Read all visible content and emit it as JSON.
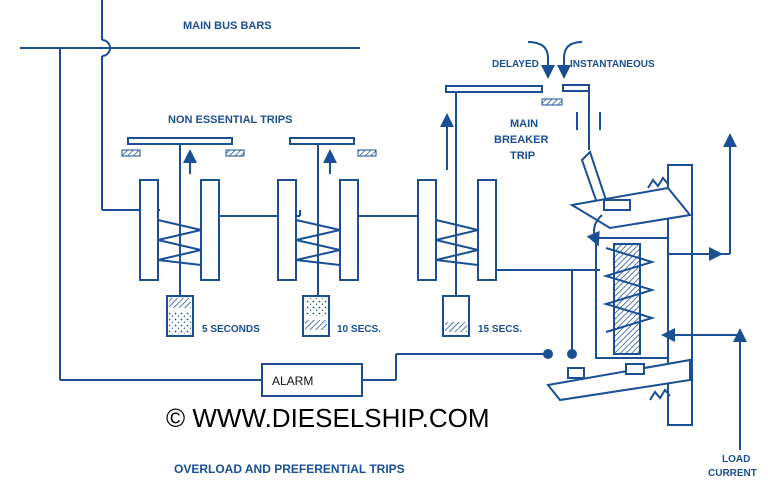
{
  "colors": {
    "line": "#1a4f93",
    "label": "#1a4f93",
    "hatch": "#1a4f93",
    "background": "#ffffff",
    "watermark": "#000000"
  },
  "diagram": {
    "bus_label": "MAIN BUS BARS",
    "non_essential_label": "NON ESSENTIAL TRIPS",
    "delayed_label": "DELAYED",
    "instantaneous_label": "INSTANTANEOUS",
    "breaker_label_line1": "MAIN",
    "breaker_label_line2": "BREAKER",
    "breaker_label_line3": "TRIP",
    "relays": [
      {
        "time_label": "5 SECONDS"
      },
      {
        "time_label": "10 SECS."
      },
      {
        "time_label": "15 SECS."
      }
    ],
    "alarm_label": "ALARM",
    "watermark": "© WWW.DIESELSHIP.COM",
    "caption": "OVERLOAD AND PREFERENTIAL TRIPS",
    "load_label_line1": "LOAD",
    "load_label_line2": "CURRENT"
  }
}
